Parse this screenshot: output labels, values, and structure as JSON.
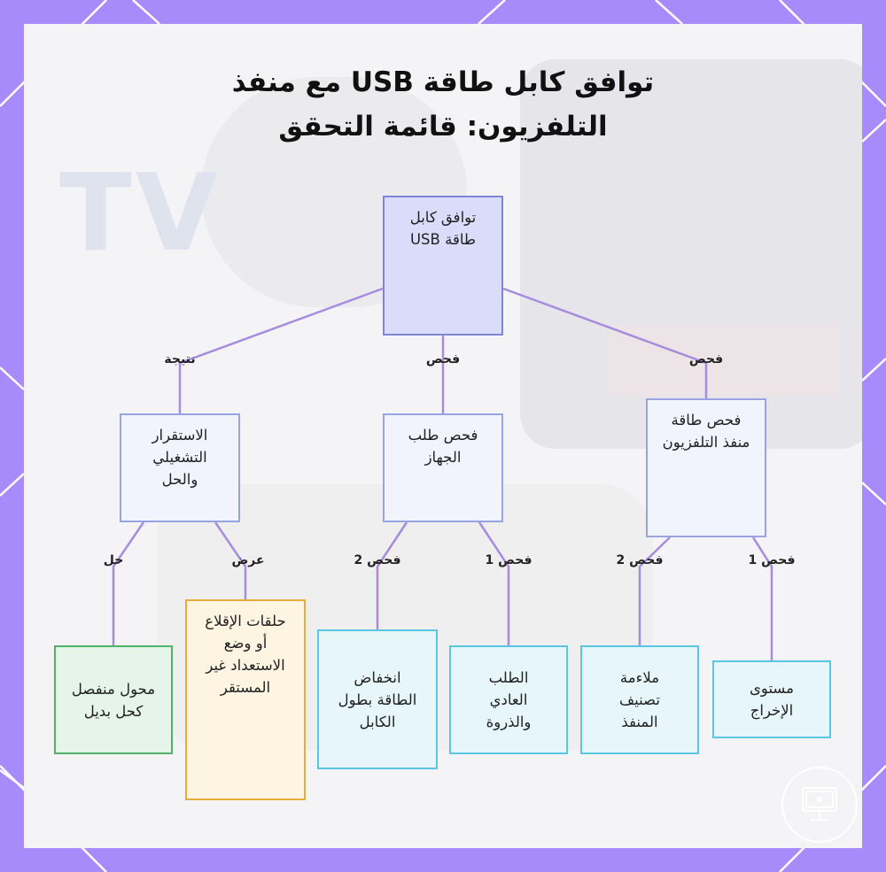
{
  "title": {
    "line1": "توافق كابل طاقة USB مع منفذ",
    "line2": "التلفزيون: قائمة التحقق"
  },
  "background": {
    "watermark_text": "TV"
  },
  "colors": {
    "frame": "#a78bfa",
    "edge": "#a78bdf",
    "root_fill": "#dadcfa",
    "leaf_blue": "#5bc6e0",
    "leaf_green": "#52b068",
    "leaf_orange": "#e5ae3a"
  },
  "nodes": {
    "root": "توافق كابل طاقة USB",
    "result": "الاستقرار التشغيلي والحل",
    "device_check": "فحص طلب الجهاز",
    "port_check": "فحص طاقة منفذ التلفزيون",
    "adapter": "محول منفصل كحل بديل",
    "boot_loops": "حلقات الإقلاع أو وضع الاستعداد غير المستقر",
    "voltage_drop": "انخفاض الطاقة بطول الكابل",
    "normal_peak": "الطلب العادي والذروة",
    "port_rating": "ملاءمة تصنيف المنفذ",
    "output_level": "مستوى الإخراج"
  },
  "edge_labels": {
    "result": "نتيجة",
    "device": "فحص",
    "port": "فحص",
    "solution": "حل",
    "symptom": "عرض",
    "device_2": "فحص 2",
    "device_1": "فحص 1",
    "port_2": "فحص 2",
    "port_1": "فحص 1"
  },
  "badge_icon": "tv-monitor-icon"
}
